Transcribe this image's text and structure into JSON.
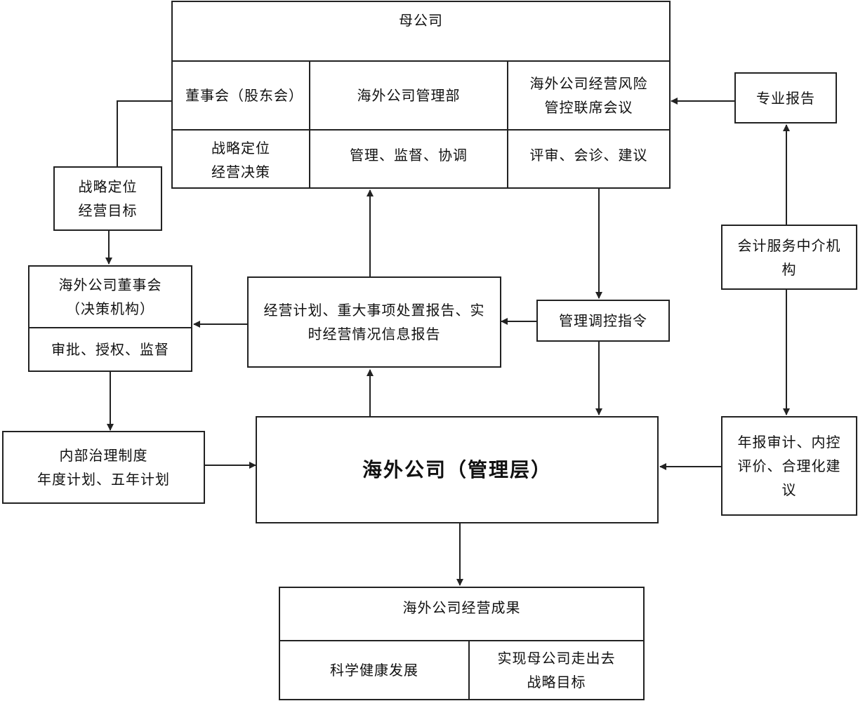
{
  "parent_company": {
    "title": "母公司",
    "board": "董事会（股东会）",
    "board_role": "战略定位\n经营决策",
    "overseas_dept": "海外公司管理部",
    "overseas_dept_role": "管理、监督、协调",
    "risk_meeting": "海外公司经营风险管控联席会议",
    "risk_meeting_role": "评审、会诊、建议"
  },
  "strategy_goal": "战略定位\n经营目标",
  "overseas_board": {
    "title": "海外公司董事会（决策机构）",
    "role": "审批、授权、监督"
  },
  "reports": "经营计划、重大事项处置报告、实时经营情况信息报告",
  "control_order": "管理调控指令",
  "professional_report": "专业报告",
  "accounting_agency": "会计服务中介机构",
  "internal_governance": "内部治理制度\n年度计划、五年计划",
  "management": "海外公司（管理层）",
  "audit": "年报审计、内控评价、合理化建议",
  "results": {
    "title": "海外公司经营成果",
    "left": "科学健康发展",
    "right": "实现母公司走出去\n战略目标"
  }
}
